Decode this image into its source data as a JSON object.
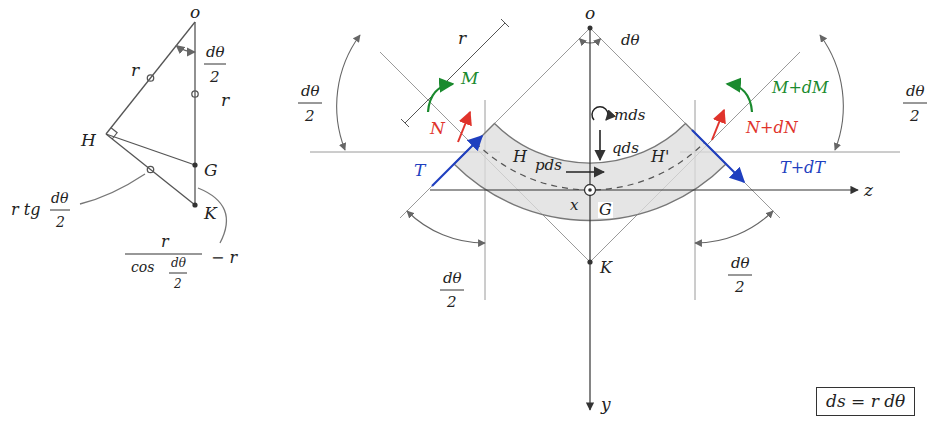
{
  "diagram": {
    "nodes": [
      {
        "text": [
          "ds = r dθ"
        ]
      }
    ],
    "edges": [],
    "labels": [
      "o",
      "r",
      "dθ",
      "2",
      "r",
      "H",
      "G",
      "K",
      "r tg",
      "dθ",
      "2",
      "r",
      "cos",
      "dθ",
      "2",
      "− r",
      "r",
      "dθ",
      "2",
      "o",
      "dθ",
      "dθ",
      "2",
      "M",
      "N",
      "T",
      "mds",
      "qds",
      "pds",
      "M+dM",
      "N+dN",
      "T+dT",
      "H",
      "H'",
      "x",
      "G",
      "z",
      "dθ",
      "2",
      "dθ",
      "2",
      "K",
      "y"
    ]
  }
}
